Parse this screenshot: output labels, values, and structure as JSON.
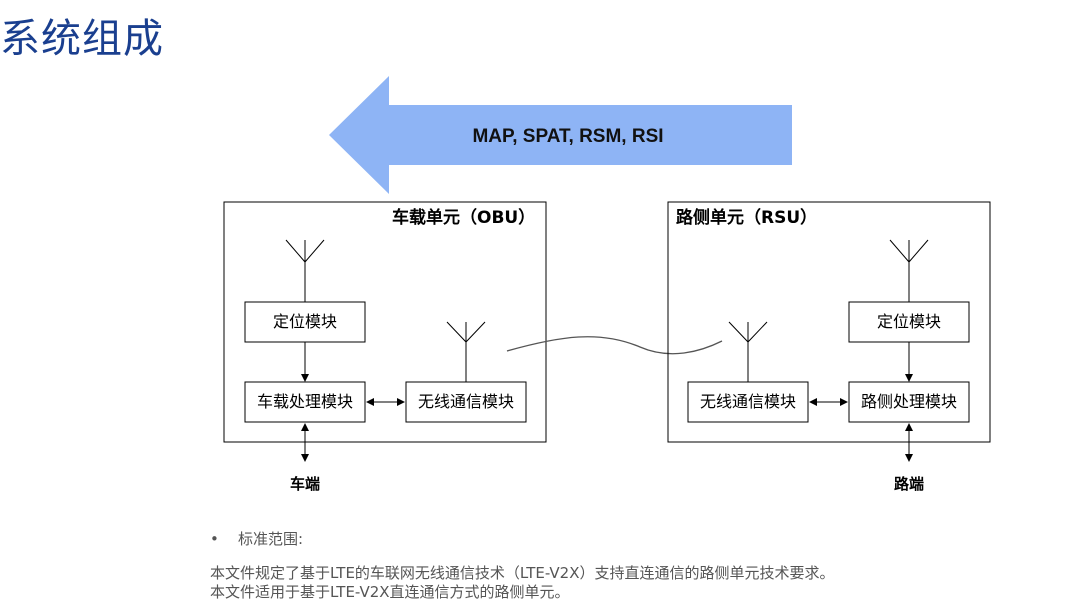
{
  "title": "系统组成",
  "arrow": {
    "label": "MAP, SPAT, RSM, RSI",
    "color": "#8eb4f5"
  },
  "obu": {
    "title": "车载单元（OBU）",
    "positioning_module": "定位模块",
    "processing_module": "车载处理模块",
    "wireless_module": "无线通信模块",
    "end_label": "车端"
  },
  "rsu": {
    "title": "路侧单元（RSU）",
    "positioning_module": "定位模块",
    "processing_module": "路侧处理模块",
    "wireless_module": "无线通信模块",
    "end_label": "路端"
  },
  "scope": {
    "bullet": "•",
    "heading": "标准范围:",
    "line1": "本文件规定了基于LTE的车联网无线通信技术（LTE-V2X）支持直连通信的路侧单元技术要求。",
    "line2": "本文件适用于基于LTE-V2X直连通信方式的路侧单元。"
  }
}
